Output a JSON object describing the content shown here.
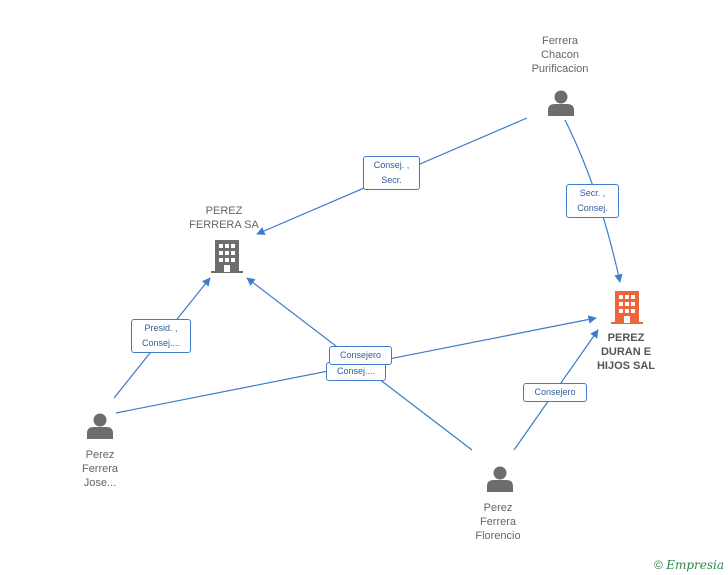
{
  "nodes": {
    "ferrera_chacon": {
      "label_lines": [
        "Ferrera",
        "Chacon",
        "Purificacion"
      ],
      "type": "person"
    },
    "perez_ferrera_sa": {
      "label_lines": [
        "PEREZ",
        "FERRERA SA"
      ],
      "type": "company"
    },
    "perez_duran": {
      "label_lines": [
        "PEREZ",
        "DURAN E",
        "HIJOS SAL"
      ],
      "type": "company-main"
    },
    "perez_jose": {
      "label_lines": [
        "Perez",
        "Ferrera",
        "Jose..."
      ],
      "type": "person"
    },
    "perez_florencio": {
      "label_lines": [
        "Perez",
        "Ferrera",
        "Florencio"
      ],
      "type": "person"
    }
  },
  "edges": {
    "chacon_to_sa": {
      "lines": [
        "Consej. ,",
        "Secr."
      ]
    },
    "chacon_to_duran": {
      "lines": [
        "Secr. ,",
        "Consej."
      ]
    },
    "jose_to_sa": {
      "lines": [
        "Presid. ,",
        "Consej...."
      ]
    },
    "jose_to_duran": {
      "lines": [
        "Consejero"
      ]
    },
    "florencio_to_sa": {
      "lines": [
        "Consej...."
      ]
    },
    "florencio_to_duran": {
      "lines": [
        "Consejero"
      ]
    }
  },
  "footer": {
    "copyright": "©",
    "brand": "Empresia"
  },
  "colors": {
    "edge": "#3d7cc9",
    "person": "#6d6d6d",
    "company": "#6d6d6d",
    "company_main": "#f0643a"
  }
}
